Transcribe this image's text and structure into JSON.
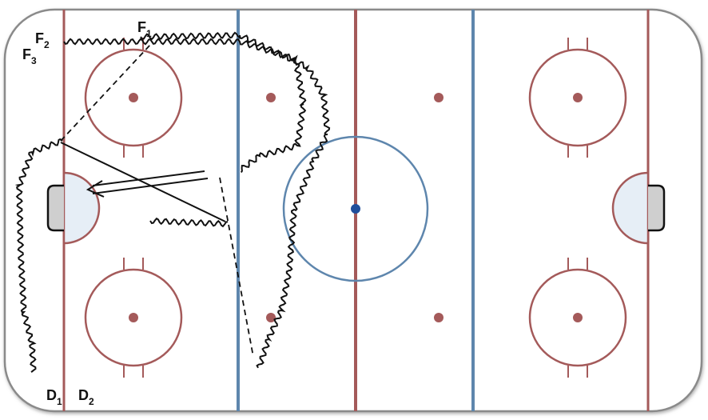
{
  "diagram": {
    "colors": {
      "board": "#8a8a8a",
      "red_line": "#a45a5a",
      "blue_line": "#5e86ad",
      "center_dot": "#1f4e9b",
      "crease_fill": "#e6eef6",
      "goal_fill": "#cfcfcf",
      "route": "#111111"
    },
    "players": [
      {
        "id": "F1",
        "letter": "F",
        "sub": "1"
      },
      {
        "id": "F2",
        "letter": "F",
        "sub": "2"
      },
      {
        "id": "F3",
        "letter": "F",
        "sub": "3"
      },
      {
        "id": "D1",
        "letter": "D",
        "sub": "1"
      },
      {
        "id": "D2",
        "letter": "D",
        "sub": "2"
      }
    ]
  }
}
